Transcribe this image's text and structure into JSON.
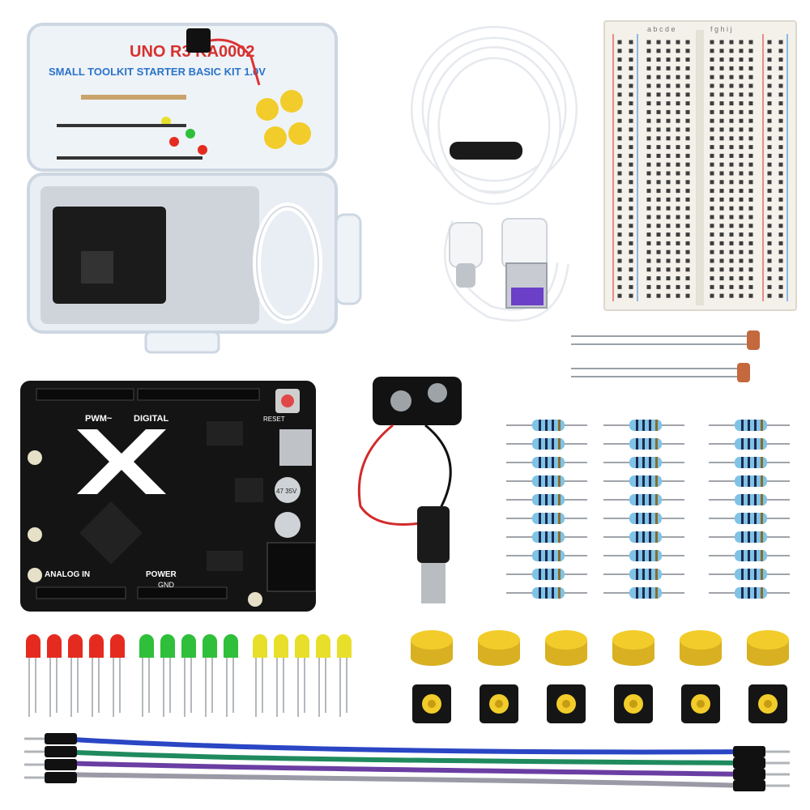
{
  "kit_box": {
    "label_line1": "UNO R3  KA0002",
    "label_line2": "SMALL TOOLKIT STARTER BASIC KIT 1.0V"
  },
  "board": {
    "label_analog": "ANALOG IN",
    "label_power": "POWER",
    "label_digital": "DIGITAL",
    "label_pwm": "PWM~",
    "label_reset": "RESET",
    "label_gnd": "GND",
    "cap_label": "47 35V"
  },
  "breadboard": {
    "cols_left": "a b c d e",
    "cols_right": "f g h i j"
  },
  "colors": {
    "red_led": "#e52b1f",
    "green_led": "#2fbf3a",
    "yellow_led": "#e8df2a",
    "button_cap": "#f2cc2a",
    "resistor_body": "#7fc3e6",
    "usb_plug": "#6b3fc8",
    "wire_blue": "#2a46c4",
    "wire_green": "#1f8a5e",
    "wire_purple": "#6a3ea3",
    "wire_grey": "#9a9aa6"
  },
  "icons": [
    "arduino-board",
    "usb-cable",
    "breadboard",
    "photoresistor",
    "battery-snap",
    "resistor",
    "led",
    "push-button",
    "jumper-wire"
  ]
}
